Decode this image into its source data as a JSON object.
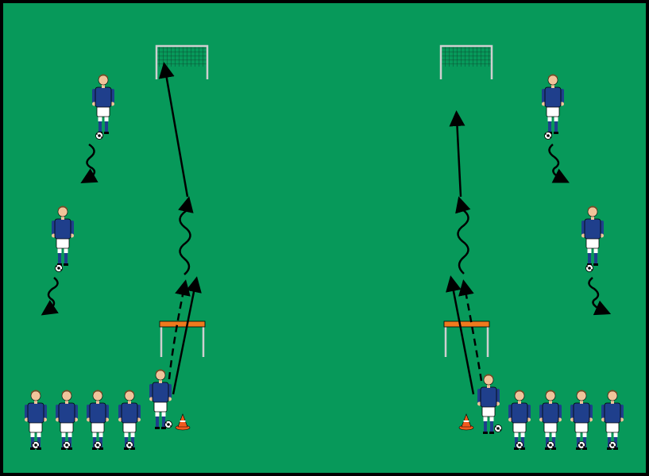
{
  "colors": {
    "pitch": "#07995a",
    "border": "#000000",
    "jersey": "#1f3f8c",
    "shorts": "#ffffff",
    "skin": "#f0c49a",
    "hair": "#7a4a22",
    "hurdle_bar": "#f07a1e",
    "post": "#cfcfcf",
    "cone": "#f05a1e",
    "arrow": "#000000",
    "net": "#0b3d2a"
  },
  "drill": {
    "goals": [
      {
        "id": "left-goal"
      },
      {
        "id": "right-goal"
      }
    ],
    "hurdles": [
      {
        "id": "left-hurdle"
      },
      {
        "id": "right-hurdle"
      }
    ],
    "cones": [
      {
        "id": "left-cone"
      },
      {
        "id": "right-cone"
      }
    ],
    "players": {
      "left_queue": 5,
      "right_queue": 5,
      "dribblers": 4
    },
    "paths": [
      {
        "id": "left-ball-pass",
        "style": "solid"
      },
      {
        "id": "left-run-under-hurdle",
        "style": "dashed"
      },
      {
        "id": "left-dribble",
        "style": "wavy"
      },
      {
        "id": "left-shot",
        "style": "solid"
      },
      {
        "id": "right-ball-pass",
        "style": "solid"
      },
      {
        "id": "right-run-under-hurdle",
        "style": "dashed"
      },
      {
        "id": "right-dribble",
        "style": "wavy"
      },
      {
        "id": "right-shot",
        "style": "solid"
      },
      {
        "id": "top-left-dribble",
        "style": "wavy"
      },
      {
        "id": "mid-left-dribble",
        "style": "wavy"
      },
      {
        "id": "top-right-dribble",
        "style": "wavy"
      },
      {
        "id": "mid-right-dribble",
        "style": "wavy"
      }
    ]
  }
}
